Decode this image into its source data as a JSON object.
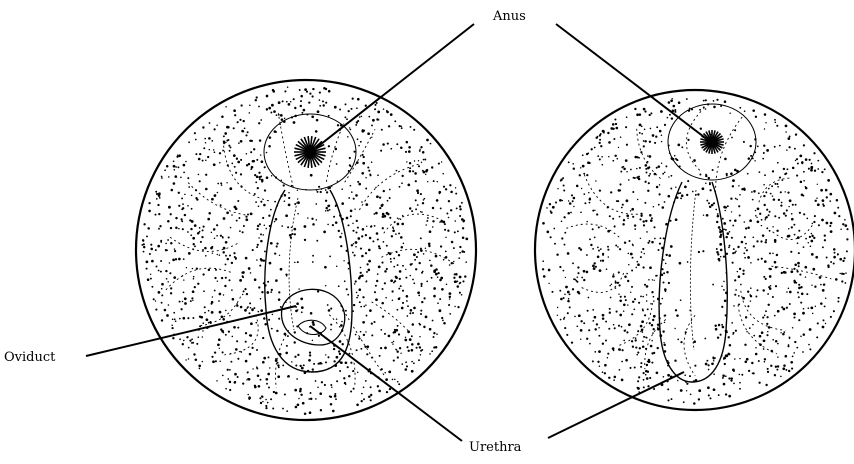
{
  "labels": {
    "anus": "Anus",
    "oviduct": "Oviduct",
    "urethra": "Urethra"
  },
  "colors": {
    "ink": "#000000",
    "background": "#ffffff"
  },
  "figures": [
    "female-vent",
    "male-vent"
  ]
}
